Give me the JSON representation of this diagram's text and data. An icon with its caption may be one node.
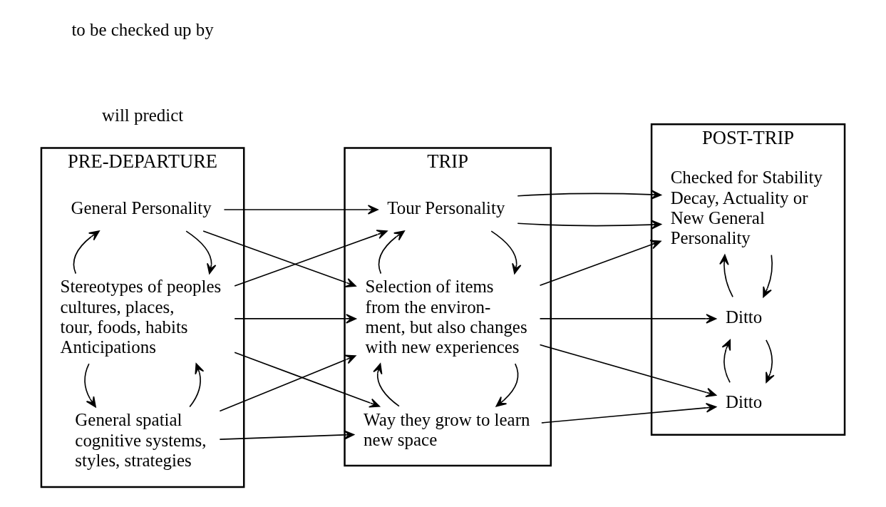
{
  "diagram": {
    "nodes": [
      {
        "text": [
          "PRE-DEPARTURE"
        ]
      },
      {
        "text": [
          "General Personality"
        ],
        "in": 0
      },
      {
        "text": [
          "Stereotypes of peoples cultures, places, tour, foods, habits Anticipations"
        ],
        "in": 0
      },
      {
        "text": [
          "General spatial cognitive systems, styles, strategies"
        ],
        "in": 0
      },
      {
        "text": [
          "TRIP"
        ]
      },
      {
        "text": [
          "Tour Personality"
        ],
        "in": 4
      },
      {
        "text": [
          "Selection of items from the environ- ment, but also changes with new experiences"
        ],
        "in": 4
      },
      {
        "text": [
          "Way they grow to learn new space"
        ],
        "in": 4
      },
      {
        "text": [
          "POST-TRIP"
        ]
      },
      {
        "text": [
          "Checked for Stability Decay, Actuality or New General Personality"
        ],
        "in": 8
      },
      {
        "text": [
          "Ditto"
        ],
        "in": 8
      },
      {
        "text": [
          "Ditto"
        ],
        "in": 8
      }
    ],
    "edges": [
      {
        "from": 1,
        "to": 5,
        "arrow": "to"
      },
      {
        "from": 1,
        "to": 6,
        "arrow": "to"
      },
      {
        "from": 1,
        "to": 2,
        "arrow": "to"
      },
      {
        "from": 2,
        "to": 1,
        "arrow": "to"
      },
      {
        "from": 2,
        "to": 5,
        "arrow": "to"
      },
      {
        "from": 2,
        "to": 6,
        "arrow": "to"
      },
      {
        "from": 2,
        "to": 7,
        "arrow": "to"
      },
      {
        "from": 3,
        "to": 2,
        "arrow": "to"
      },
      {
        "from": 2,
        "to": 3,
        "arrow": "to"
      },
      {
        "from": 3,
        "to": 6,
        "arrow": "to"
      },
      {
        "from": 3,
        "to": 7,
        "arrow": "to"
      },
      {
        "from": 5,
        "to": 9,
        "arrow": "to"
      },
      {
        "from": 5,
        "to": 9,
        "arrow": "to"
      },
      {
        "from": 5,
        "to": 6,
        "arrow": "to"
      },
      {
        "from": 6,
        "to": 5,
        "arrow": "to"
      },
      {
        "from": 6,
        "to": 9,
        "arrow": "to"
      },
      {
        "from": 6,
        "to": 10,
        "arrow": "to"
      },
      {
        "from": 6,
        "to": 11,
        "arrow": "to"
      },
      {
        "from": 6,
        "to": 7,
        "arrow": "to"
      },
      {
        "from": 7,
        "to": 6,
        "arrow": "to"
      },
      {
        "from": 7,
        "to": 11,
        "arrow": "to"
      },
      {
        "from": 9,
        "to": 10,
        "arrow": "to"
      },
      {
        "from": 10,
        "to": 9,
        "arrow": "to"
      },
      {
        "from": 10,
        "to": 11,
        "arrow": "to"
      },
      {
        "from": 11,
        "to": 10,
        "arrow": "to"
      }
    ],
    "labels": [
      "will predict",
      "to be checked up by"
    ]
  }
}
